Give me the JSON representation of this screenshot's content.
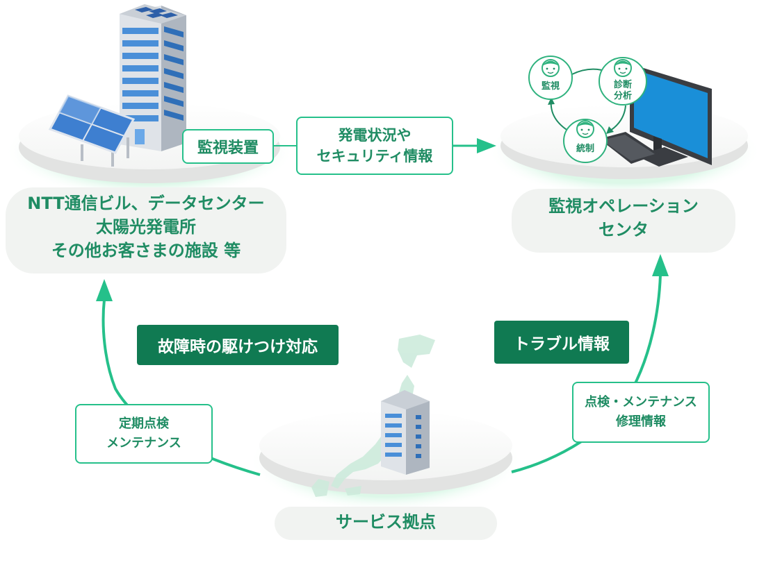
{
  "site_label": {
    "line1": "NTT通信ビル、データセンター",
    "line2": "太陽光発電所",
    "line3": "その他お客さまの施設 等"
  },
  "ops_label": {
    "line1": "監視オペレーション",
    "line2": "センタ"
  },
  "base_label": "サービス拠点",
  "tags": {
    "monitor_device": "監視装置",
    "status_info": {
      "line1": "発電状況や",
      "line2": "セキュリティ情報"
    },
    "periodic": {
      "line1": "定期点検",
      "line2": "メンテナンス"
    },
    "repair": {
      "line1": "点検・メンテナンス",
      "line2": "修理情報"
    }
  },
  "actions": {
    "rush": "故障時の駆けつけ対応",
    "trouble": "トラブル情報"
  },
  "ops_cycle": {
    "monitoring": "監視",
    "diagnosis_line1": "診断",
    "diagnosis_line2": "分析",
    "control": "統制"
  },
  "colors": {
    "accent": "#25c08a",
    "text": "#1f8c63",
    "dark": "#107a52",
    "building_blue": "#4a8fd8",
    "monitor_screen": "#1a8fd8"
  }
}
